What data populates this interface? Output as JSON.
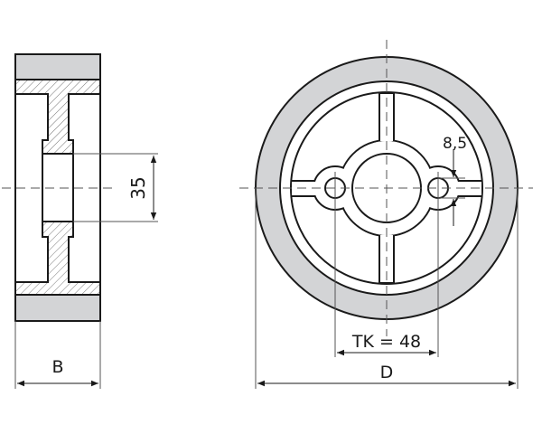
{
  "side_view": {
    "dimension_bore": "35",
    "dimension_width": "B"
  },
  "front_view": {
    "dimension_hole": "8,5",
    "dimension_pitch_circle": "TK = 48",
    "dimension_diameter": "D"
  },
  "colors": {
    "tread": "#d3d4d6",
    "line": "#1a1a1a",
    "dim_line": "#555555"
  }
}
